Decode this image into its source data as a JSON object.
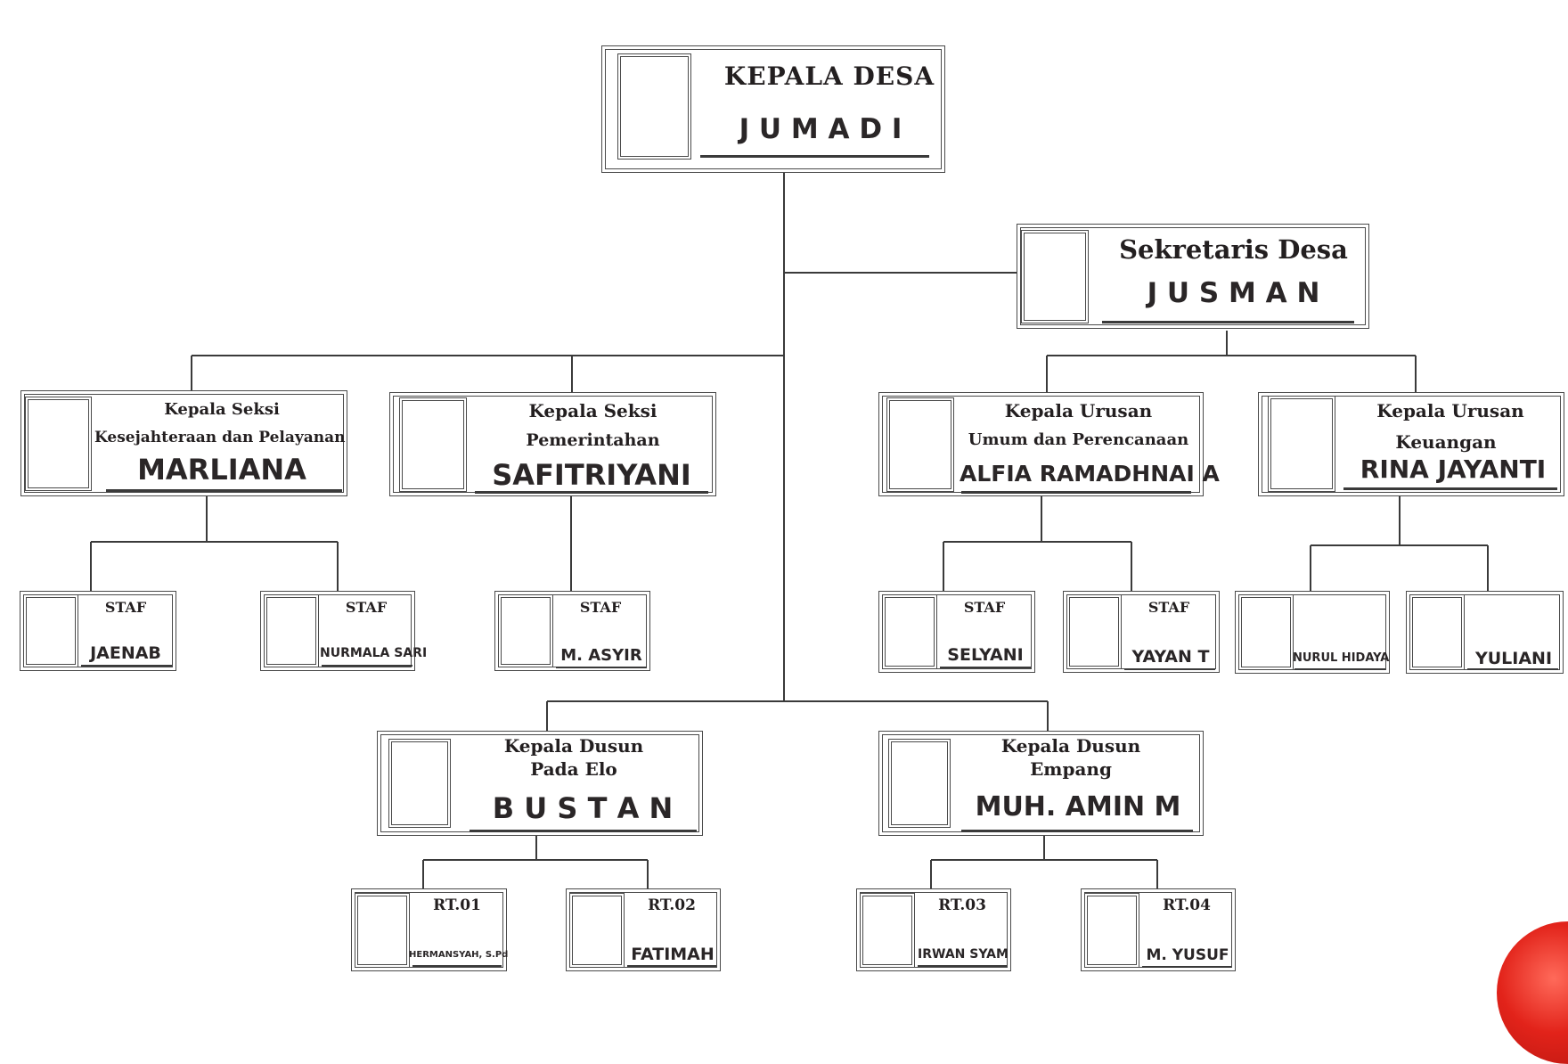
{
  "head": {
    "title": "KEPALA DESA",
    "name": "J U M A D I"
  },
  "secretary": {
    "title": "Sekretaris Desa",
    "name": "J U S M A N"
  },
  "units": [
    {
      "title_line1": "Kepala Seksi",
      "title_line2": "Kesejahteraan dan Pelayanan",
      "name": "MARLIANA"
    },
    {
      "title_line1": "Kepala Seksi",
      "title_line2": "Pemerintahan",
      "name": "SAFITRIYANI"
    },
    {
      "title_line1": "Kepala Urusan",
      "title_line2": "Umum dan Perencanaan",
      "name": "ALFIA RAMADHNAI A"
    },
    {
      "title_line1": "Kepala Urusan",
      "title_line2": "Keuangan",
      "name": "RINA JAYANTI"
    }
  ],
  "staff": [
    {
      "label": "STAF",
      "name": "JAENAB"
    },
    {
      "label": "STAF",
      "name": "NURMALA SARI"
    },
    {
      "label": "STAF",
      "name": "M. ASYIR"
    },
    {
      "label": "STAF",
      "name": "SELYANI"
    },
    {
      "label": "STAF",
      "name": "YAYAN T"
    },
    {
      "label": "",
      "name": "NURUL HIDAYA"
    },
    {
      "label": "",
      "name": "YULIANI"
    }
  ],
  "hamlets": [
    {
      "title_line1": "Kepala Dusun",
      "title_line2": "Pada Elo",
      "name": "B U S T A N"
    },
    {
      "title_line1": "Kepala Dusun",
      "title_line2": "Empang",
      "name": "MUH. AMIN M"
    }
  ],
  "rt": [
    {
      "label": "RT.01",
      "name": "HERMANSYAH, S.Pd"
    },
    {
      "label": "RT.02",
      "name": "FATIMAH"
    },
    {
      "label": "RT.03",
      "name": "IRWAN SYAM"
    },
    {
      "label": "RT.04",
      "name": "M. YUSUF"
    }
  ],
  "colors": {
    "line": "#3a3a3a",
    "text": "#231f20",
    "accent": "#e2231a"
  }
}
